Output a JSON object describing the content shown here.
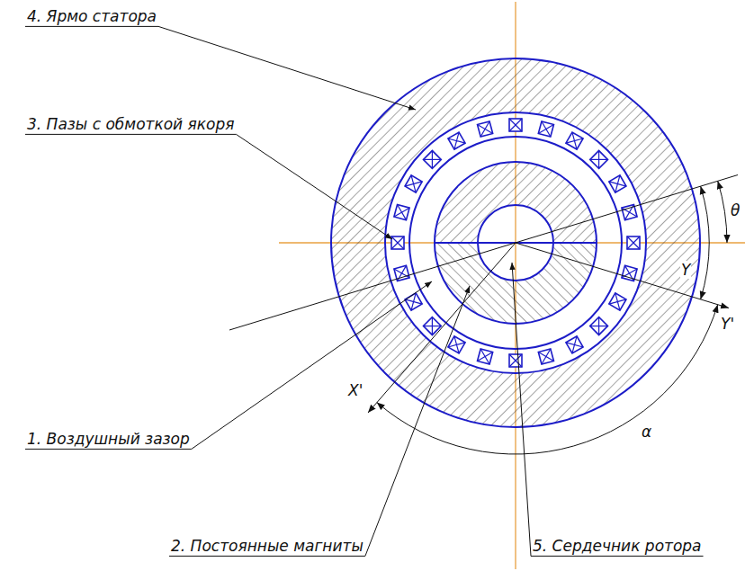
{
  "diagram": {
    "labels": [
      "4. Ярмо статора",
      "3. Пазы с обмоткой якоря",
      "1. Воздушный зазор",
      "2. Постоянные магниты",
      "5. Сердечник ротора",
      "θ",
      "Y",
      "Y'",
      "X'",
      "α"
    ]
  }
}
